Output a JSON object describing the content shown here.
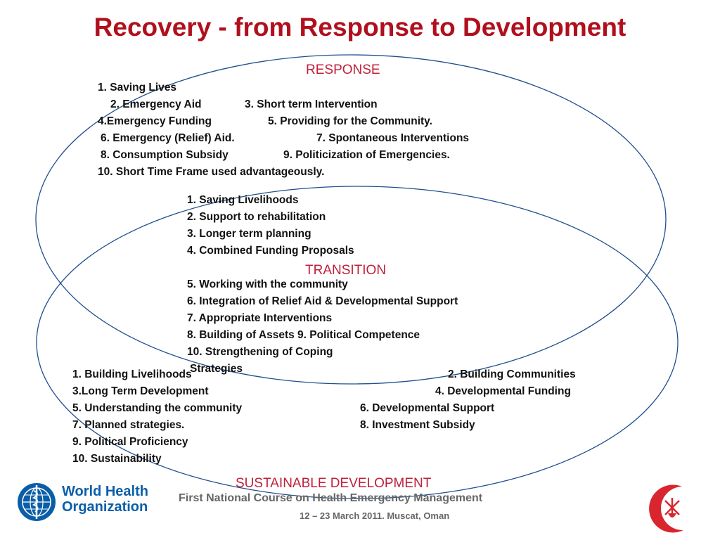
{
  "title": "Recovery - from Response to Development",
  "response": {
    "heading": "RESPONSE",
    "items": [
      "1. Saving Lives",
      "2. Emergency Aid",
      "3. Short term Intervention",
      "4.Emergency Funding",
      "5. Providing for the Community.",
      "6. Emergency (Relief) Aid.",
      "7. Spontaneous Interventions",
      "8. Consumption Subsidy",
      "9. Politicization of Emergencies.",
      "10. Short Time Frame used advantageously."
    ]
  },
  "transition": {
    "heading": "TRANSITION",
    "items": [
      "1. Saving Livelihoods",
      "2. Support to rehabilitation",
      "3. Longer term planning",
      "4. Combined Funding Proposals",
      "5. Working with the community",
      "6. Integration of Relief Aid & Developmental Support",
      "7. Appropriate Interventions",
      "8. Building of Assets 9. Political Competence",
      "10. Strengthening of Coping",
      "Strategies"
    ]
  },
  "development": {
    "heading": "SUSTAINABLE DEVELOPMENT",
    "items": [
      "1. Building Livelihoods",
      "2. Building Communities",
      "3.Long Term Development",
      "4. Developmental Funding",
      "5. Understanding the community",
      "6. Developmental Support",
      "7. Planned strategies.",
      "8. Investment Subsidy",
      "9. Political Proficiency",
      "10. Sustainability"
    ]
  },
  "footer": {
    "course": "First National Course on Health Emergency Management",
    "date": "12 – 23 March 2011. Muscat, Oman"
  },
  "logos": {
    "who_line1": "World Health",
    "who_line2": "Organization",
    "who_icon": "who-emblem-icon",
    "crescent_icon": "red-crescent-icon"
  },
  "colors": {
    "title": "#b0101d",
    "heading": "#c01f3a",
    "oval_stroke": "#1f4f8f",
    "who_blue": "#0a5ea8",
    "crescent_red": "#d9262e"
  }
}
